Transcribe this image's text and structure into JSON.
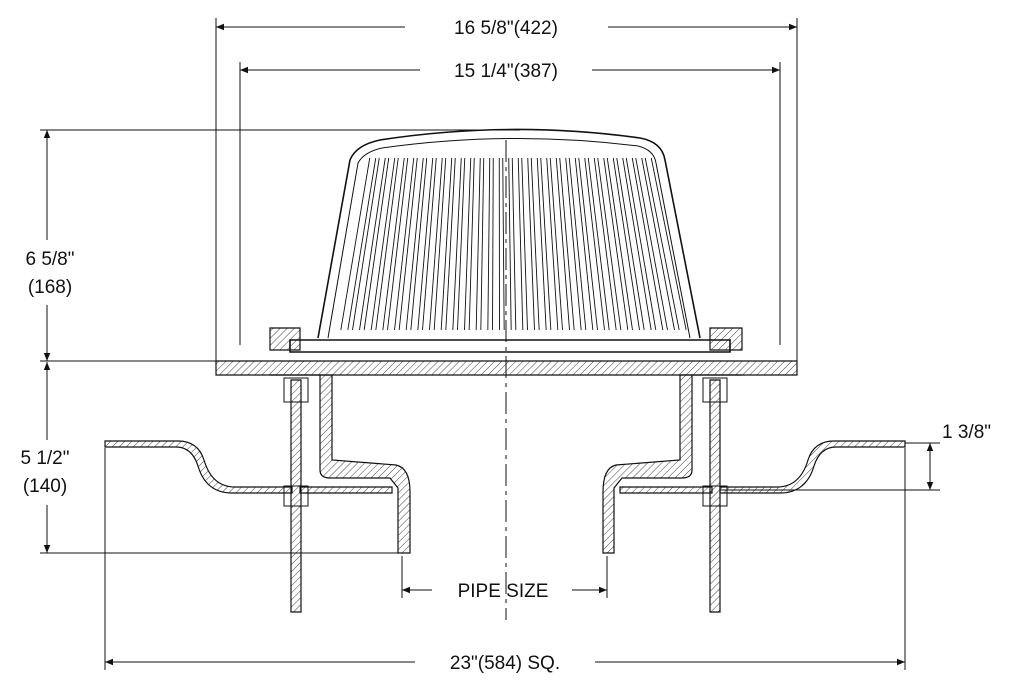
{
  "dimensions": {
    "overall_flange_width": "16 5/8\"(422)",
    "dome_width": "15 1/4\"(387)",
    "dome_height_in": "6 5/8\"",
    "dome_height_mm": "(168)",
    "body_depth_in": "5 1/2\"",
    "body_depth_mm": "(140)",
    "sump_depth": "1 3/8\"",
    "pipe_size": "PIPE SIZE",
    "sump_square": "23\"(584) SQ."
  },
  "colors": {
    "line": "#111111",
    "background": "#ffffff"
  }
}
